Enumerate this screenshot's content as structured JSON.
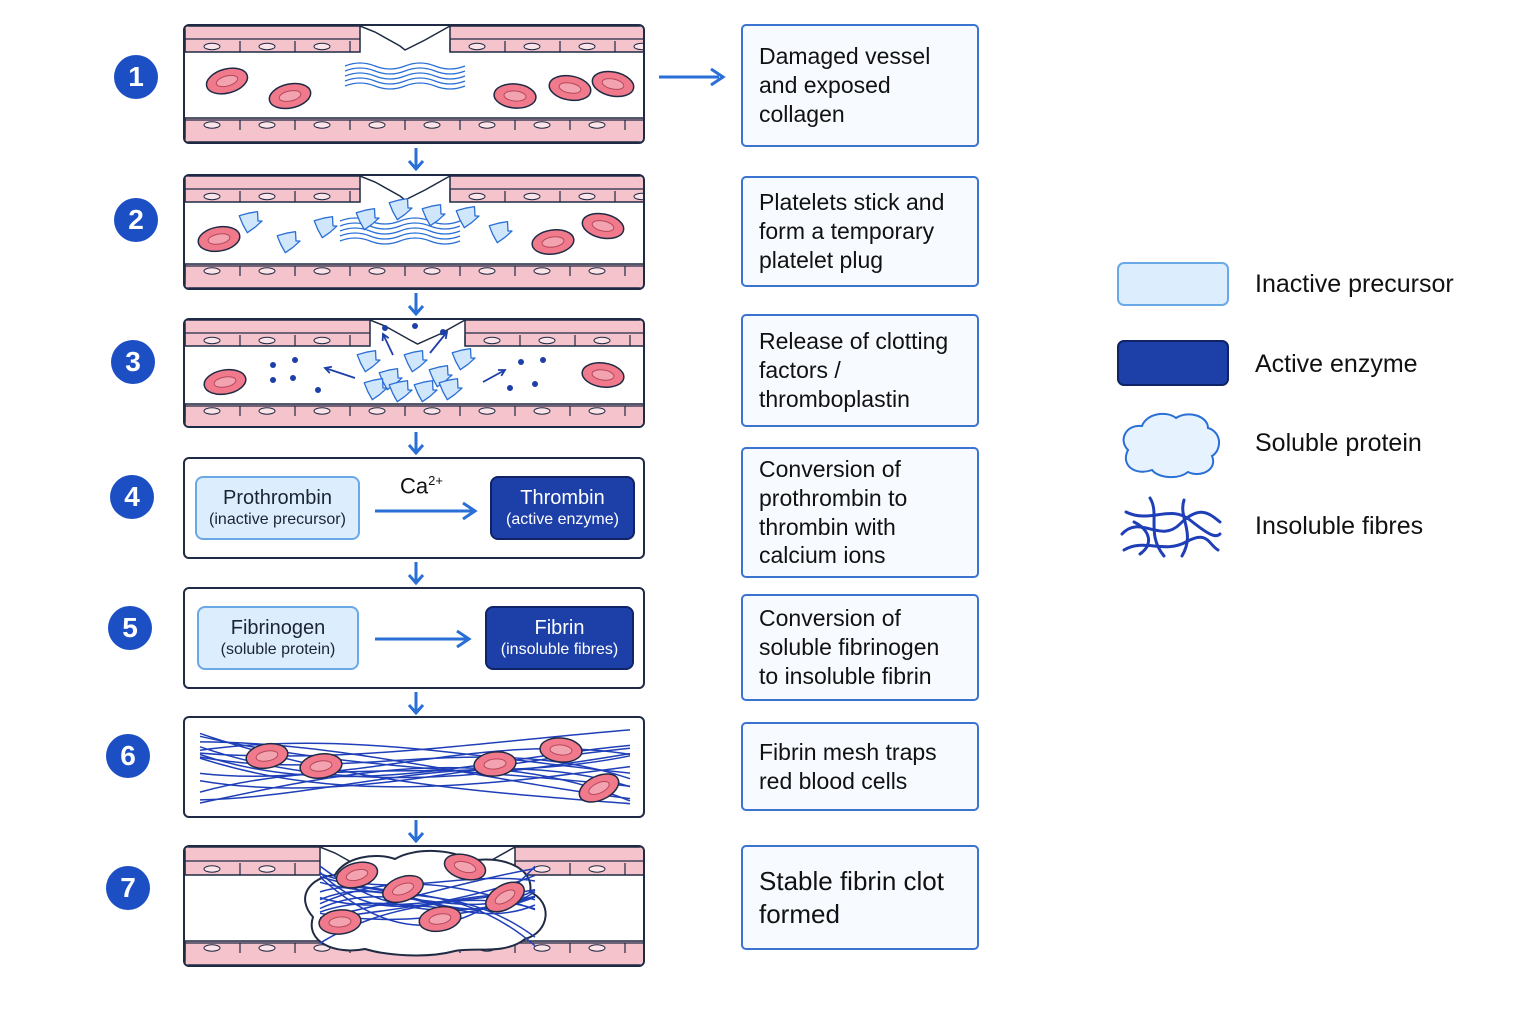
{
  "steps": [
    {
      "number": "1",
      "description": "Damaged vessel and exposed collagen"
    },
    {
      "number": "2",
      "description": "Platelets stick and form a temporary platelet plug"
    },
    {
      "number": "3",
      "description": "Release of clotting factors / thromboplastin"
    },
    {
      "number": "4",
      "description": "Conversion of prothrombin to thrombin with calcium ions",
      "from": {
        "name": "Prothrombin",
        "sub": "(inactive precursor)"
      },
      "to": {
        "name": "Thrombin",
        "sub": "(active enzyme)"
      },
      "condition": "Ca",
      "condition_sup": "2+"
    },
    {
      "number": "5",
      "description": "Conversion of soluble fibrinogen to insoluble fibrin",
      "from": {
        "name": "Fibrinogen",
        "sub": "(soluble protein)"
      },
      "to": {
        "name": "Fibrin",
        "sub": "(insoluble fibres)"
      }
    },
    {
      "number": "6",
      "description": "Fibrin mesh traps red blood cells"
    },
    {
      "number": "7",
      "description": "Stable fibrin clot formed"
    }
  ],
  "legend": [
    {
      "icon": "inactive-precursor-swatch",
      "label": "Inactive precursor"
    },
    {
      "icon": "active-enzyme-swatch",
      "label": "Active enzyme"
    },
    {
      "icon": "soluble-protein-blob-icon",
      "label": "Soluble protein"
    },
    {
      "icon": "insoluble-fibres-icon",
      "label": "Insoluble fibres"
    }
  ],
  "colors": {
    "step_number": "#1d4fc4",
    "arrow": "#2a6fd6",
    "vessel_wall": "#f4c3cc",
    "red_blood_cell": "#f07a8c",
    "platelet": "#cfe6fb",
    "inactive": "#dceefd",
    "active": "#1d3fa8",
    "fibre": "#1f3fb8"
  }
}
